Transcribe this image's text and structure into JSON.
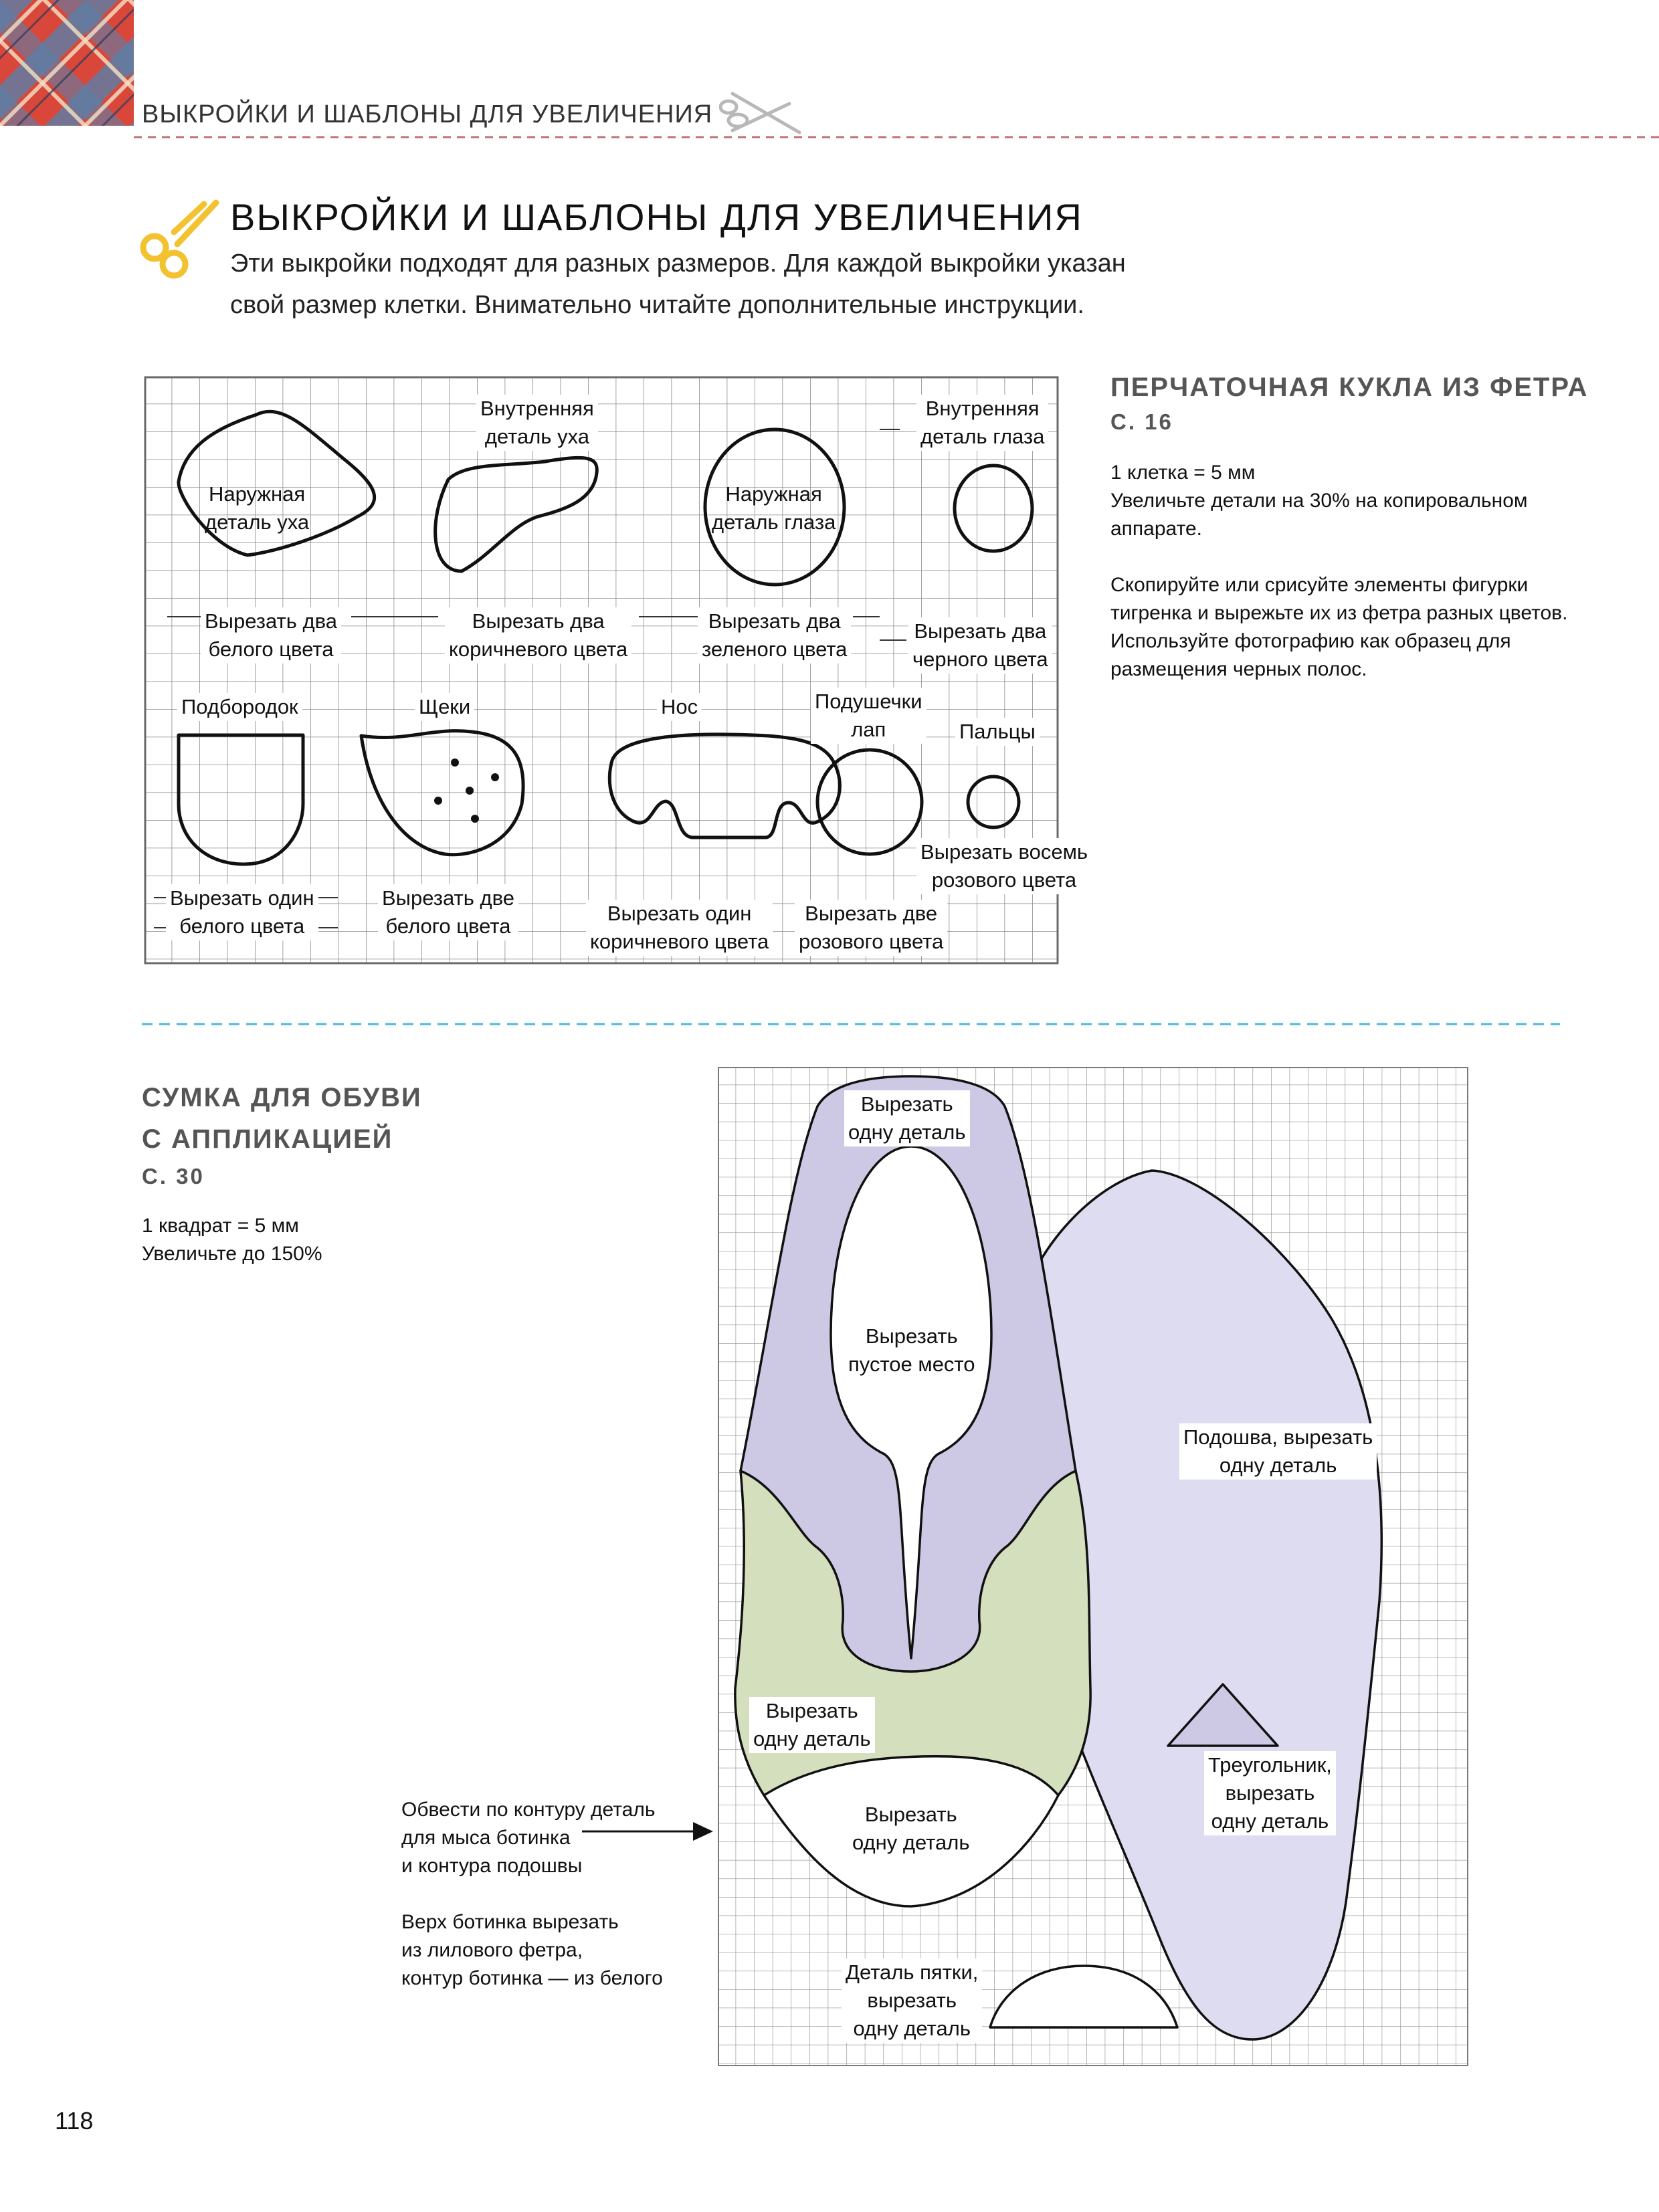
{
  "header": {
    "section": "ВЫКРОЙКИ И  ШАБЛОНЫ ДЛЯ УВЕЛИЧЕНИЯ",
    "colors": {
      "dashed_rule": "#c0707a",
      "cyan_rule": "#4bb8d8",
      "scissors": "#f2c230"
    }
  },
  "main": {
    "title": "ВЫКРОЙКИ И  ШАБЛОНЫ ДЛЯ УВЕЛИЧЕНИЯ",
    "intro_line1": "Эти выкройки подходят для разных размеров. Для каждой выкройки указан",
    "intro_line2": "свой размер клетки. Внимательно читайте дополнительные инструкции."
  },
  "puppet": {
    "title": "ПЕРЧАТОЧНАЯ КУКЛА ИЗ ФЕТРА",
    "page_ref": "С.  16",
    "scale": "1 клетка = 5 мм",
    "enlarge_line1": "Увеличьте детали на 30% на копировальном",
    "enlarge_line2": "аппарате.",
    "instr_line1": "Скопируйте или срисуйте элементы фигурки",
    "instr_line2": "тигренка и  вырежьте их из фетра разных цветов.",
    "instr_line3": "Используйте фотографию как образец для",
    "instr_line4": "размещения черных полос.",
    "labels": {
      "outer_ear_1": "Наружная",
      "outer_ear_2": "деталь уха",
      "inner_ear_1": "Внутренняя",
      "inner_ear_2": "деталь уха",
      "outer_eye_1": "Наружная",
      "outer_eye_2": "деталь глаза",
      "inner_eye_1": "Внутренняя",
      "inner_eye_2": "деталь глаза",
      "cut_white2_1": "Вырезать два",
      "cut_white2_2": "белого цвета",
      "cut_brown2_1": "Вырезать два",
      "cut_brown2_2": "коричневого цвета",
      "cut_green2_1": "Вырезать два",
      "cut_green2_2": "зеленого цвета",
      "cut_black2_1": "Вырезать два",
      "cut_black2_2": "черного цвета",
      "chin": "Подбородок",
      "cheeks": "Щеки",
      "nose": "Нос",
      "paw_pads_1": "Подушечки",
      "paw_pads_2": "лап",
      "fingers": "Пальцы",
      "cut_pink8_1": "Вырезать восемь",
      "cut_pink8_2": "розового цвета",
      "cut_white1_1": "Вырезать один",
      "cut_white1_2": "белого цвета",
      "cut_white_two_1": "Вырезать две",
      "cut_white_two_2": "белого цвета",
      "cut_brown1_1": "Вырезать один",
      "cut_brown1_2": "коричневого цвета",
      "cut_pink2_1": "Вырезать две",
      "cut_pink2_2": "розового цвета"
    }
  },
  "shoebag": {
    "title_line1": "СУМКА ДЛЯ ОБУВИ",
    "title_line2": "С АППЛИКАЦИЕЙ",
    "page_ref": "С.  30",
    "scale": "1 квадрат = 5 мм",
    "enlarge": "Увеличьте до 150%",
    "note1_line1": "Обвести по контуру деталь",
    "note1_line2": "для  мыса ботинка",
    "note1_line3": "и  контура подошвы",
    "note2_line1": "Верх ботинка вырезать",
    "note2_line2": "из  лилового фетра,",
    "note2_line3": "контур ботинка  — из белого",
    "labels": {
      "top_1": "Вырезать",
      "top_2": "одну деталь",
      "empty_1": "Вырезать",
      "empty_2": "пустое место",
      "green_1": "Вырезать",
      "green_2": "одну деталь",
      "toe_1": "Вырезать",
      "toe_2": "одну деталь",
      "heel_1": "Деталь пятки,",
      "heel_2": "вырезать",
      "heel_3": "одну деталь",
      "sole_1": "Подошва, вырезать",
      "sole_2": "одну деталь",
      "tri_1": "Треугольник,",
      "tri_2": "вырезать",
      "tri_3": "одну деталь"
    },
    "colors": {
      "lilac": "#cdc8e4",
      "green": "#d3dfbd",
      "sole": "#dedcf0"
    }
  },
  "page_number": "118"
}
